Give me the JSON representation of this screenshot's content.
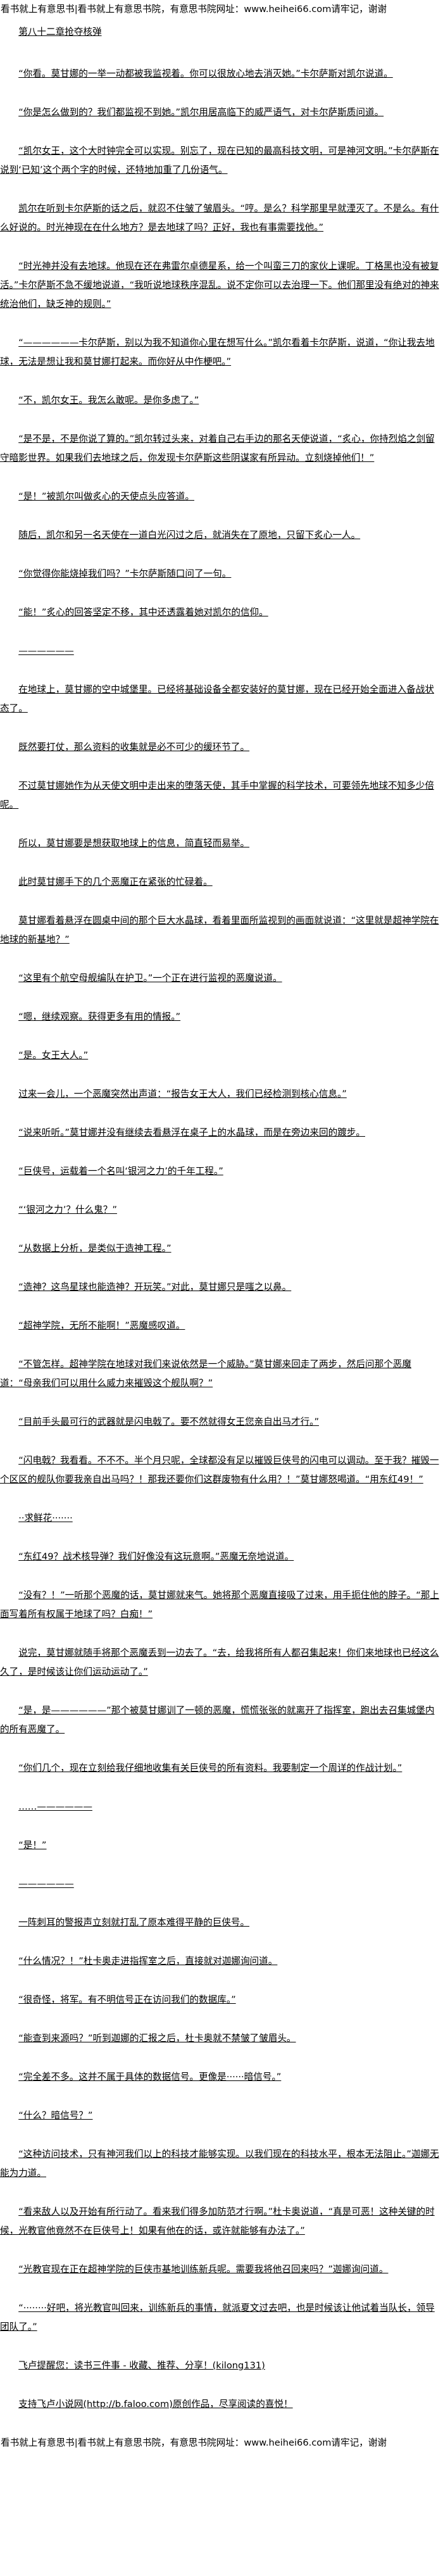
{
  "banner": "看书就上有意思书|看书就上有意思书院，有意思书院网址：www.heihei66.com请牢记，谢谢",
  "chapter_title": "第八十二章抢夺核弹",
  "paragraphs": [
    "“你看。莫甘娜的一举一动都被我监视着。你可以很放心地去消灭她。”卡尔萨斯对凯尔说道。",
    "“你是怎么做到的？我们都监视不到她。”凯尔用居高临下的威严语气，对卡尔萨斯质问道。",
    "“凯尔女王，这个大时钟完全可以实现。别忘了，现在已知的最高科技文明，可是神河文明。”卡尔萨斯在说到‘已知’这个两个字的时候，还特地加重了几份语气。",
    "凯尔在听到卡尔萨斯的话之后，就忍不住皱了皱眉头。“哼。是么？科学那里早就湮灭了。不是么。有什么好说的。时光神现在在什么地方？是去地球了吗？正好，我也有事需要找他。”",
    "“时光神并没有去地球。他现在还在弗雷尔卓德星系，给一个叫蛮三刀的家伙上课呢。丁格黑也没有被复活。”卡尔萨斯不急不缓地说道，“我听说地球秩序混乱。说不定你可以去治理一下。他们那里没有绝对的神来统治他们，缺乏神的规则。”",
    "“——————卡尔萨斯，别以为我不知道你心里在想写什么。”凯尔看着卡尔萨斯，说道，“你让我去地球，无法是想让我和莫甘娜打起来。而你好从中作梗吧。”",
    "“不，凯尔女王。我怎么敢呢。是你多虑了。”",
    "“是不是，不是你说了算的。”凯尔转过头来，对着自己右手边的那名天使说道，“炙心，你持烈焰之剑留守暗影世界。如果我们去地球之后，你发现卡尔萨斯这些阴谋家有所异动。立刻烧掉他们！”",
    "“是！”被凯尔叫做炙心的天使点头应答道。",
    "随后，凯尔和另一名天使在一道白光闪过之后，就消失在了原地，只留下炙心一人。",
    "“你觉得你能烧掉我们吗？”卡尔萨斯随口问了一句。",
    "“能！”炙心的回答坚定不移，其中还透露着她对凯尔的信仰。",
    "——————",
    "在地球上，莫甘娜的空中城堡里。已经将基础设备全都安装好的莫甘娜，现在已经开始全面进入备战状态了。",
    "既然要打仗，那么资料的收集就是必不可少的缓环节了。",
    "不过莫甘娜她作为从天使文明中走出来的堕落天使，其手中掌握的科学技术，可要领先地球不知多少倍呢。",
    "所以，莫甘娜要是想获取地球上的信息，简直轻而易举。",
    "此时莫甘娜手下的几个恶魔正在紧张的忙碌着。",
    "莫甘娜看着悬浮在圆桌中间的那个巨大水晶球，看着里面所监视到的画面就说道：“这里就是超神学院在地球的新基地？”",
    "“这里有个航空母舰编队在护卫。”一个正在进行监视的恶魔说道。",
    "“嗯，继续观察。获得更多有用的情报。”",
    "“是。女王大人。”",
    "过来一会儿，一个恶魔突然出声道：“报告女王大人，我们已经检测到核心信息。”",
    "“说来听听。”莫甘娜并没有继续去看悬浮在桌子上的水晶球，而是在旁边来回的踱步。",
    "“巨侠号，运载着一个名叫‘银河之力’的千年工程。”",
    "“‘银河之力’？什么鬼？”",
    "“从数据上分析，是类似于造神工程。”",
    "“造神？这鸟星球也能造神？开玩笑。”对此，莫甘娜只是嗤之以鼻。",
    "“超神学院，无所不能啊！”恶魔感叹道。",
    "“不管怎样。超神学院在地球对我们来说依然是一个威胁。”莫甘娜来回走了两步，然后问那个恶魔道：“母亲我们可以用什么威力来摧毁这个舰队啊？”",
    "“目前手头最可行的武器就是闪电戟了。要不然就得女王您亲自出马才行。”",
    "“闪电戟？我看看。不不不。半个月只呢，全球都没有足以摧毁巨侠号的闪电可以调动。至于我？摧毁一个区区的舰队你要我亲自出马吗？！那我还要你们这群废物有什么用？！”莫甘娜怒喝道。“用东红49！”",
    "··求鲜花·······",
    "“东红49？战术核导弹？我们好像没有这玩意啊。”恶魔无奈地说道。",
    "“没有？！”一听那个恶魔的话，莫甘娜就来气。她将那个恶魔直接吸了过来，用手扼住他的脖子。“那上面写着所有权属于地球了吗？白痴！”",
    "说完，莫甘娜就随手将那个恶魔丢到一边去了。“去，给我将所有人都召集起来！你们来地球也已经这么久了，是时候该让你们运动运动了。”",
    "“是，是——————”那个被莫甘娜训了一顿的恶魔，慌慌张张的就离开了指挥室，跑出去召集城堡内的所有恶魔了。",
    "“你们几个，现在立刻给我仔细地收集有关巨侠号的所有资料。我要制定一个周详的作战计划。”",
    "……——————",
    "“是！”",
    "——————",
    "一阵刺耳的警报声立刻就打乱了原本难得平静的巨侠号。",
    "“什么情况？！”杜卡奥走进指挥室之后，直接就对迦娜询问道。",
    "“很奇怪，将军。有不明信号正在访问我们的数据库。”",
    "“能查到来源吗？”听到迦娜的汇报之后，杜卡奥就不禁皱了皱眉头。",
    "“完全差不多。这并不属于具体的数据信号。更像是······暗信号。”",
    "“什么？暗信号？”",
    "“这种访问技术，只有神河我们以上的科技才能够实现。以我们现在的科技水平，根本无法阻止。”迦娜无能为力道。",
    "“看来敌人以及开始有所行动了。看来我们得多加防范才行啊。”杜卡奥说道，“真是可恶！这种关键的时候，光教官他竟然不在巨侠号上！如果有他在的话，或许就能够有办法了。”",
    "“光教官现在正在超神学院的巨侠市基地训练新兵呢。需要我将他召回来吗？”迦娜询问道。",
    "“········好吧，将光教官叫回来，训练新兵的事情，就派夏文过去吧，也是时候该让他试着当队长，领导团队了。”",
    "飞卢提醒您：读书三件事 - 收藏、推荐、分享！(kilong131)",
    "支持飞卢小说网(http://b.faloo.com)原创作品，尽享阅读的喜悦！"
  ]
}
